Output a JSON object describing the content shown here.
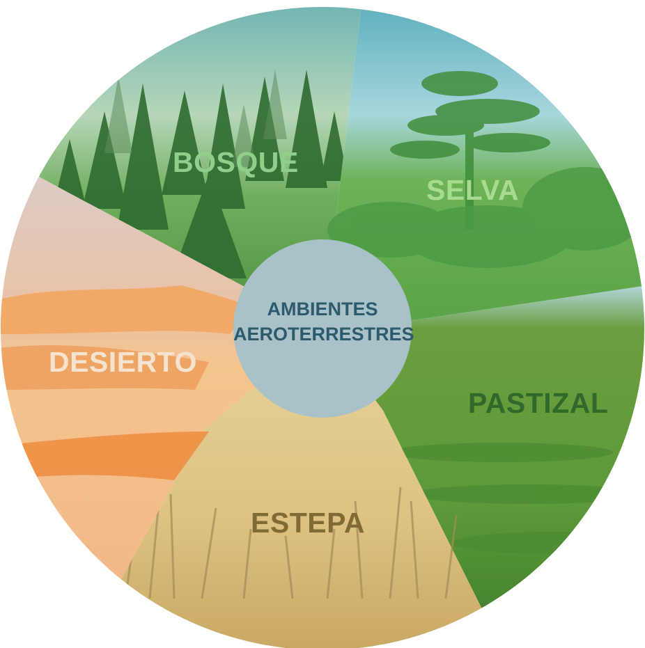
{
  "diagram": {
    "center": {
      "line1": "AMBIENTES",
      "line2": "AEROTERRESTRES",
      "color": "#2e5a6e",
      "fill": "#a9c2c8"
    },
    "segments": [
      {
        "id": "bosque",
        "label": "BOSQUE",
        "label_color": "#8fcf8a"
      },
      {
        "id": "selva",
        "label": "SELVA",
        "label_color": "#a8db8f"
      },
      {
        "id": "pastizal",
        "label": "PASTIZAL",
        "label_color": "#2f6a2c"
      },
      {
        "id": "estepa",
        "label": "ESTEPA",
        "label_color": "#7f6b35"
      },
      {
        "id": "desierto",
        "label": "DESIERTO",
        "label_color": "#f6e3cf"
      }
    ]
  }
}
